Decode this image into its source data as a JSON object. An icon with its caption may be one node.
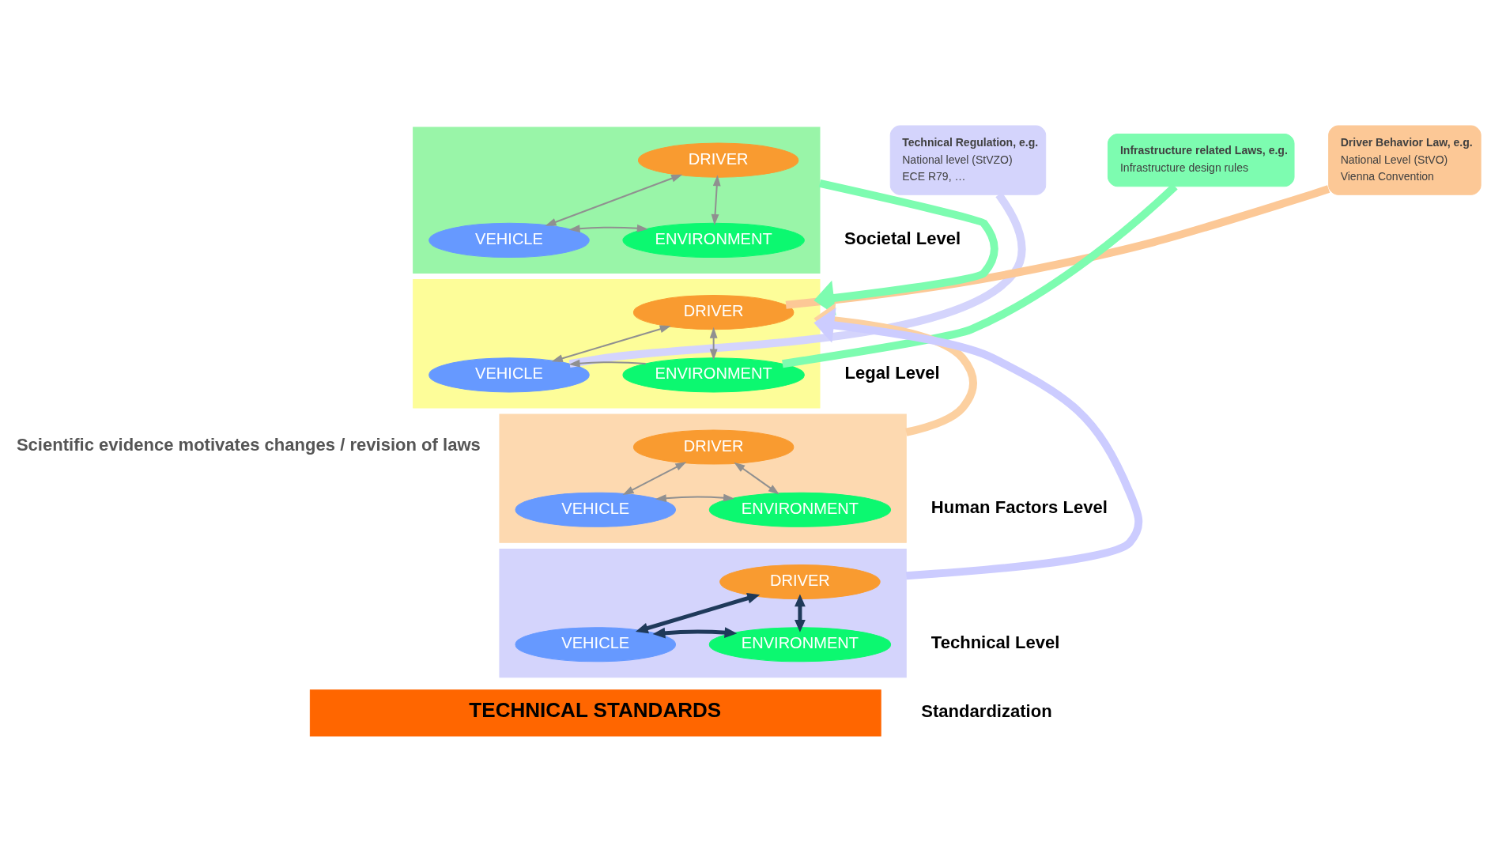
{
  "diagram": {
    "nodes": [
      {
        "text": [
          "Technical Regulation, e.g.",
          "National level (StVZO)",
          "ECE R79, …"
        ]
      },
      {
        "text": [
          "Driver Behavior Law, e.g.",
          "National Level (StVO)",
          "Vienna Convention"
        ]
      },
      {
        "text": [],
        "shape": "trapezoid"
      },
      {
        "text": [
          "DRIVER"
        ],
        "in": 2
      },
      {
        "text": [
          "VEHICLE"
        ],
        "in": 2
      },
      {
        "text": [
          "ENVIRONMENT"
        ],
        "in": 2
      },
      {
        "text": [
          "Infrastructure related Laws, e.g.",
          "Infrastructure design rules"
        ]
      },
      {
        "text": [],
        "shape": "trapezoid"
      },
      {
        "text": [
          "DRIVER"
        ],
        "in": 7
      },
      {
        "text": [
          "VEHICLE"
        ],
        "in": 7
      },
      {
        "text": [
          "ENVIRONMENT"
        ],
        "in": 7
      },
      {
        "text": [],
        "shape": "trapezoid"
      },
      {
        "text": [
          "DRIVER"
        ],
        "in": 11
      },
      {
        "text": [
          "VEHICLE"
        ],
        "in": 11
      },
      {
        "text": [
          "ENVIRONMENT"
        ],
        "in": 11
      },
      {
        "text": [],
        "shape": "trapezoid"
      },
      {
        "text": [
          "DRIVER"
        ],
        "in": 15
      },
      {
        "text": [
          "VEHICLE"
        ],
        "in": 15
      },
      {
        "text": [
          "ENVIRONMENT"
        ],
        "in": 15
      },
      {
        "text": [
          "TECHNICAL STANDARDS"
        ]
      }
    ],
    "edges": [
      {
        "from": 3,
        "to": 4,
        "arrow": "both"
      },
      {
        "from": 3,
        "to": 5,
        "arrow": "both"
      },
      {
        "from": 4,
        "to": 5,
        "arrow": "both"
      },
      {
        "from": 8,
        "to": 9,
        "arrow": "both"
      },
      {
        "from": 8,
        "to": 10,
        "arrow": "both"
      },
      {
        "from": 10,
        "to": 9,
        "arrow": "to"
      },
      {
        "from": 12,
        "to": 13,
        "arrow": "both"
      },
      {
        "from": 12,
        "to": 14,
        "arrow": "both"
      },
      {
        "from": 13,
        "to": 14,
        "arrow": "both"
      },
      {
        "from": 16,
        "to": 17,
        "arrow": "both",
        "color": "#1f3a5a",
        "style": "thick"
      },
      {
        "from": 16,
        "to": 18,
        "arrow": "both",
        "color": "#1f3a5a",
        "style": "thick"
      },
      {
        "from": 17,
        "to": 18,
        "arrow": "both",
        "color": "#1f3a5a",
        "style": "thick"
      },
      {
        "from": 2,
        "to": 7,
        "arrow": "to",
        "color": "#7dfcb0",
        "style": "thick"
      },
      {
        "from": 11,
        "to": 7,
        "arrow": "to",
        "color": "#fcd0a0",
        "style": "thick"
      },
      {
        "from": 15,
        "to": 7,
        "arrow": "to",
        "color": "#ccccff",
        "style": "thick"
      },
      {
        "from": 0,
        "to": 9,
        "arrow": "none",
        "color": "#d4d4fc",
        "style": "thick"
      },
      {
        "from": 1,
        "to": 8,
        "arrow": "none",
        "color": "#fcc896",
        "style": "thick"
      },
      {
        "from": 6,
        "to": 10,
        "arrow": "none",
        "color": "#7dfcb0",
        "style": "thick"
      }
    ],
    "labels": [
      "Societal Level",
      "Legal Level",
      "Scientific evidence motivates changes / revision of laws",
      "Human Factors Level",
      "Technical Level",
      "Standardization"
    ]
  }
}
